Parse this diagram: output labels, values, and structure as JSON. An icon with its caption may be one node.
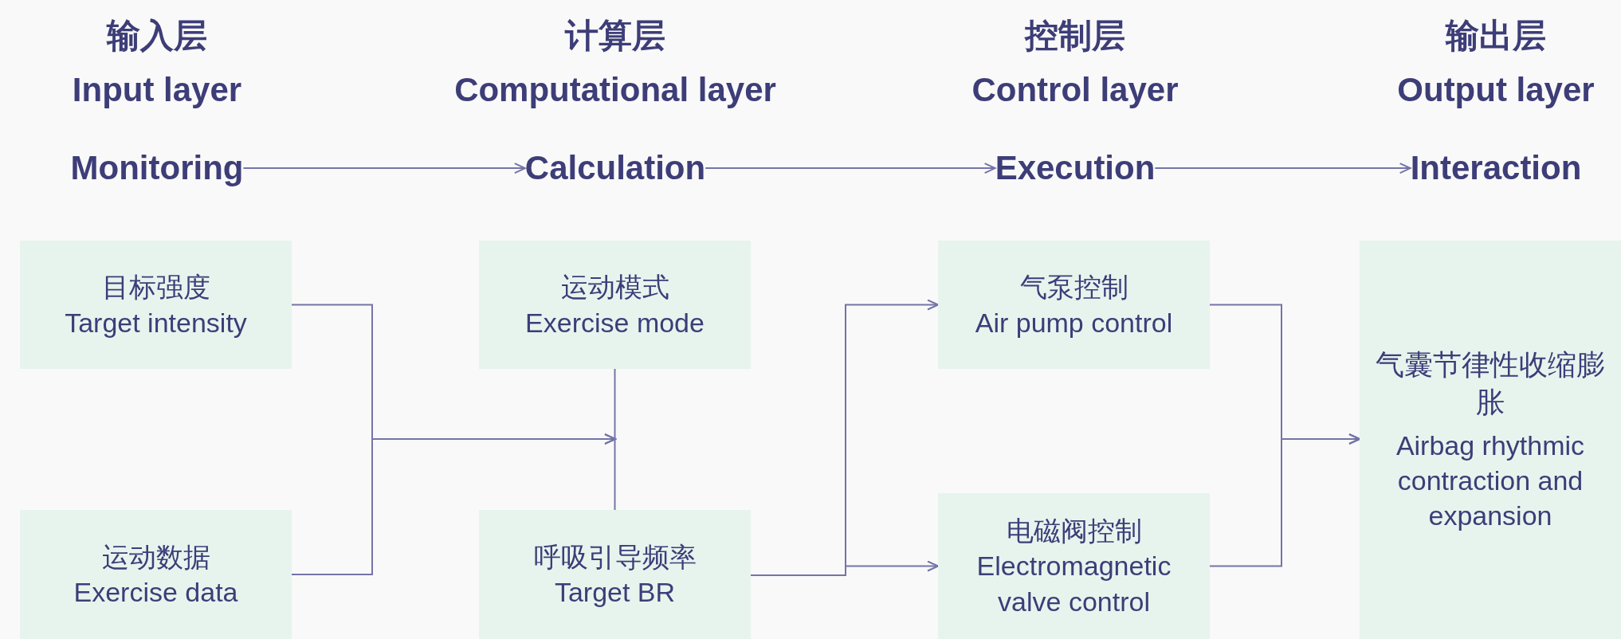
{
  "diagram": {
    "nodes": [
      {
        "text": [
          "Monitoring"
        ]
      },
      {
        "text": [
          "目标强度",
          "Target intensity"
        ]
      },
      {
        "text": [
          "运动数据",
          "Exercise data"
        ]
      },
      {
        "text": [
          "Calculation"
        ]
      },
      {
        "text": [
          "运动模式",
          "Exercise mode"
        ]
      },
      {
        "text": [
          "呼吸引导频率",
          "Target BR"
        ]
      },
      {
        "text": [
          "Execution"
        ]
      },
      {
        "text": [
          "气泵控制",
          "Air pump control"
        ]
      },
      {
        "text": [
          "电磁阀控制",
          "Electromagnetic valve control"
        ]
      },
      {
        "text": [
          "Interaction"
        ]
      },
      {
        "text": [
          "气囊节律性收缩膨胀",
          "Airbag rhythmic contraction and expansion"
        ]
      }
    ],
    "edges": [
      {
        "from": 0,
        "to": 3,
        "arrow": "to"
      },
      {
        "from": 3,
        "to": 6,
        "arrow": "to"
      },
      {
        "from": 6,
        "to": 9,
        "arrow": "to"
      },
      {
        "from": 1,
        "to": null,
        "arrow": "to"
      },
      {
        "from": 2,
        "to": null,
        "arrow": "to"
      },
      {
        "from": 4,
        "to": 5,
        "arrow": "none"
      },
      {
        "from": 5,
        "to": 7,
        "arrow": "to"
      },
      {
        "from": 5,
        "to": 8,
        "arrow": "to"
      },
      {
        "from": 7,
        "to": 10,
        "arrow": "to"
      },
      {
        "from": 8,
        "to": 10,
        "arrow": "to"
      }
    ],
    "labels": [
      "输入层",
      "Input layer",
      "计算层",
      "Computational layer",
      "控制层",
      "Control layer",
      "输出层",
      "Output layer"
    ]
  }
}
